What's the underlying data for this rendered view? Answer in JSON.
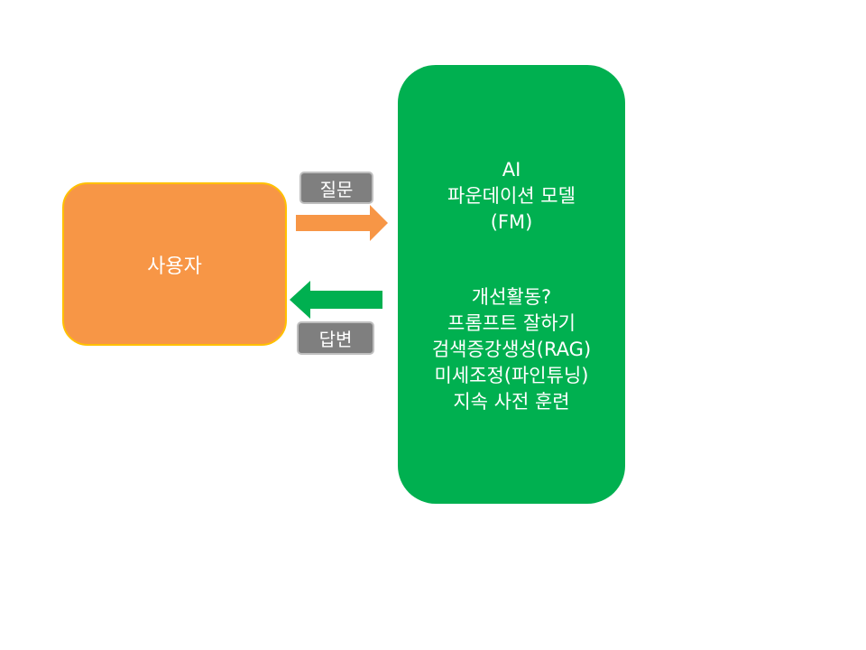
{
  "user": {
    "label": "사용자",
    "color": "#F79646",
    "border": "#FFC000"
  },
  "model": {
    "title_lines": [
      "AI",
      "파운데이션 모델",
      "(FM)"
    ],
    "improve_lines": [
      "개선활동?",
      "프롬프트 잘하기",
      "검색증강생성(RAG)",
      "미세조정(파인튜닝)",
      "지속 사전 훈련"
    ],
    "color": "#00B050"
  },
  "question": {
    "label": "질문",
    "arrow_color": "#F79646"
  },
  "answer": {
    "label": "답변",
    "arrow_color": "#00B050"
  }
}
